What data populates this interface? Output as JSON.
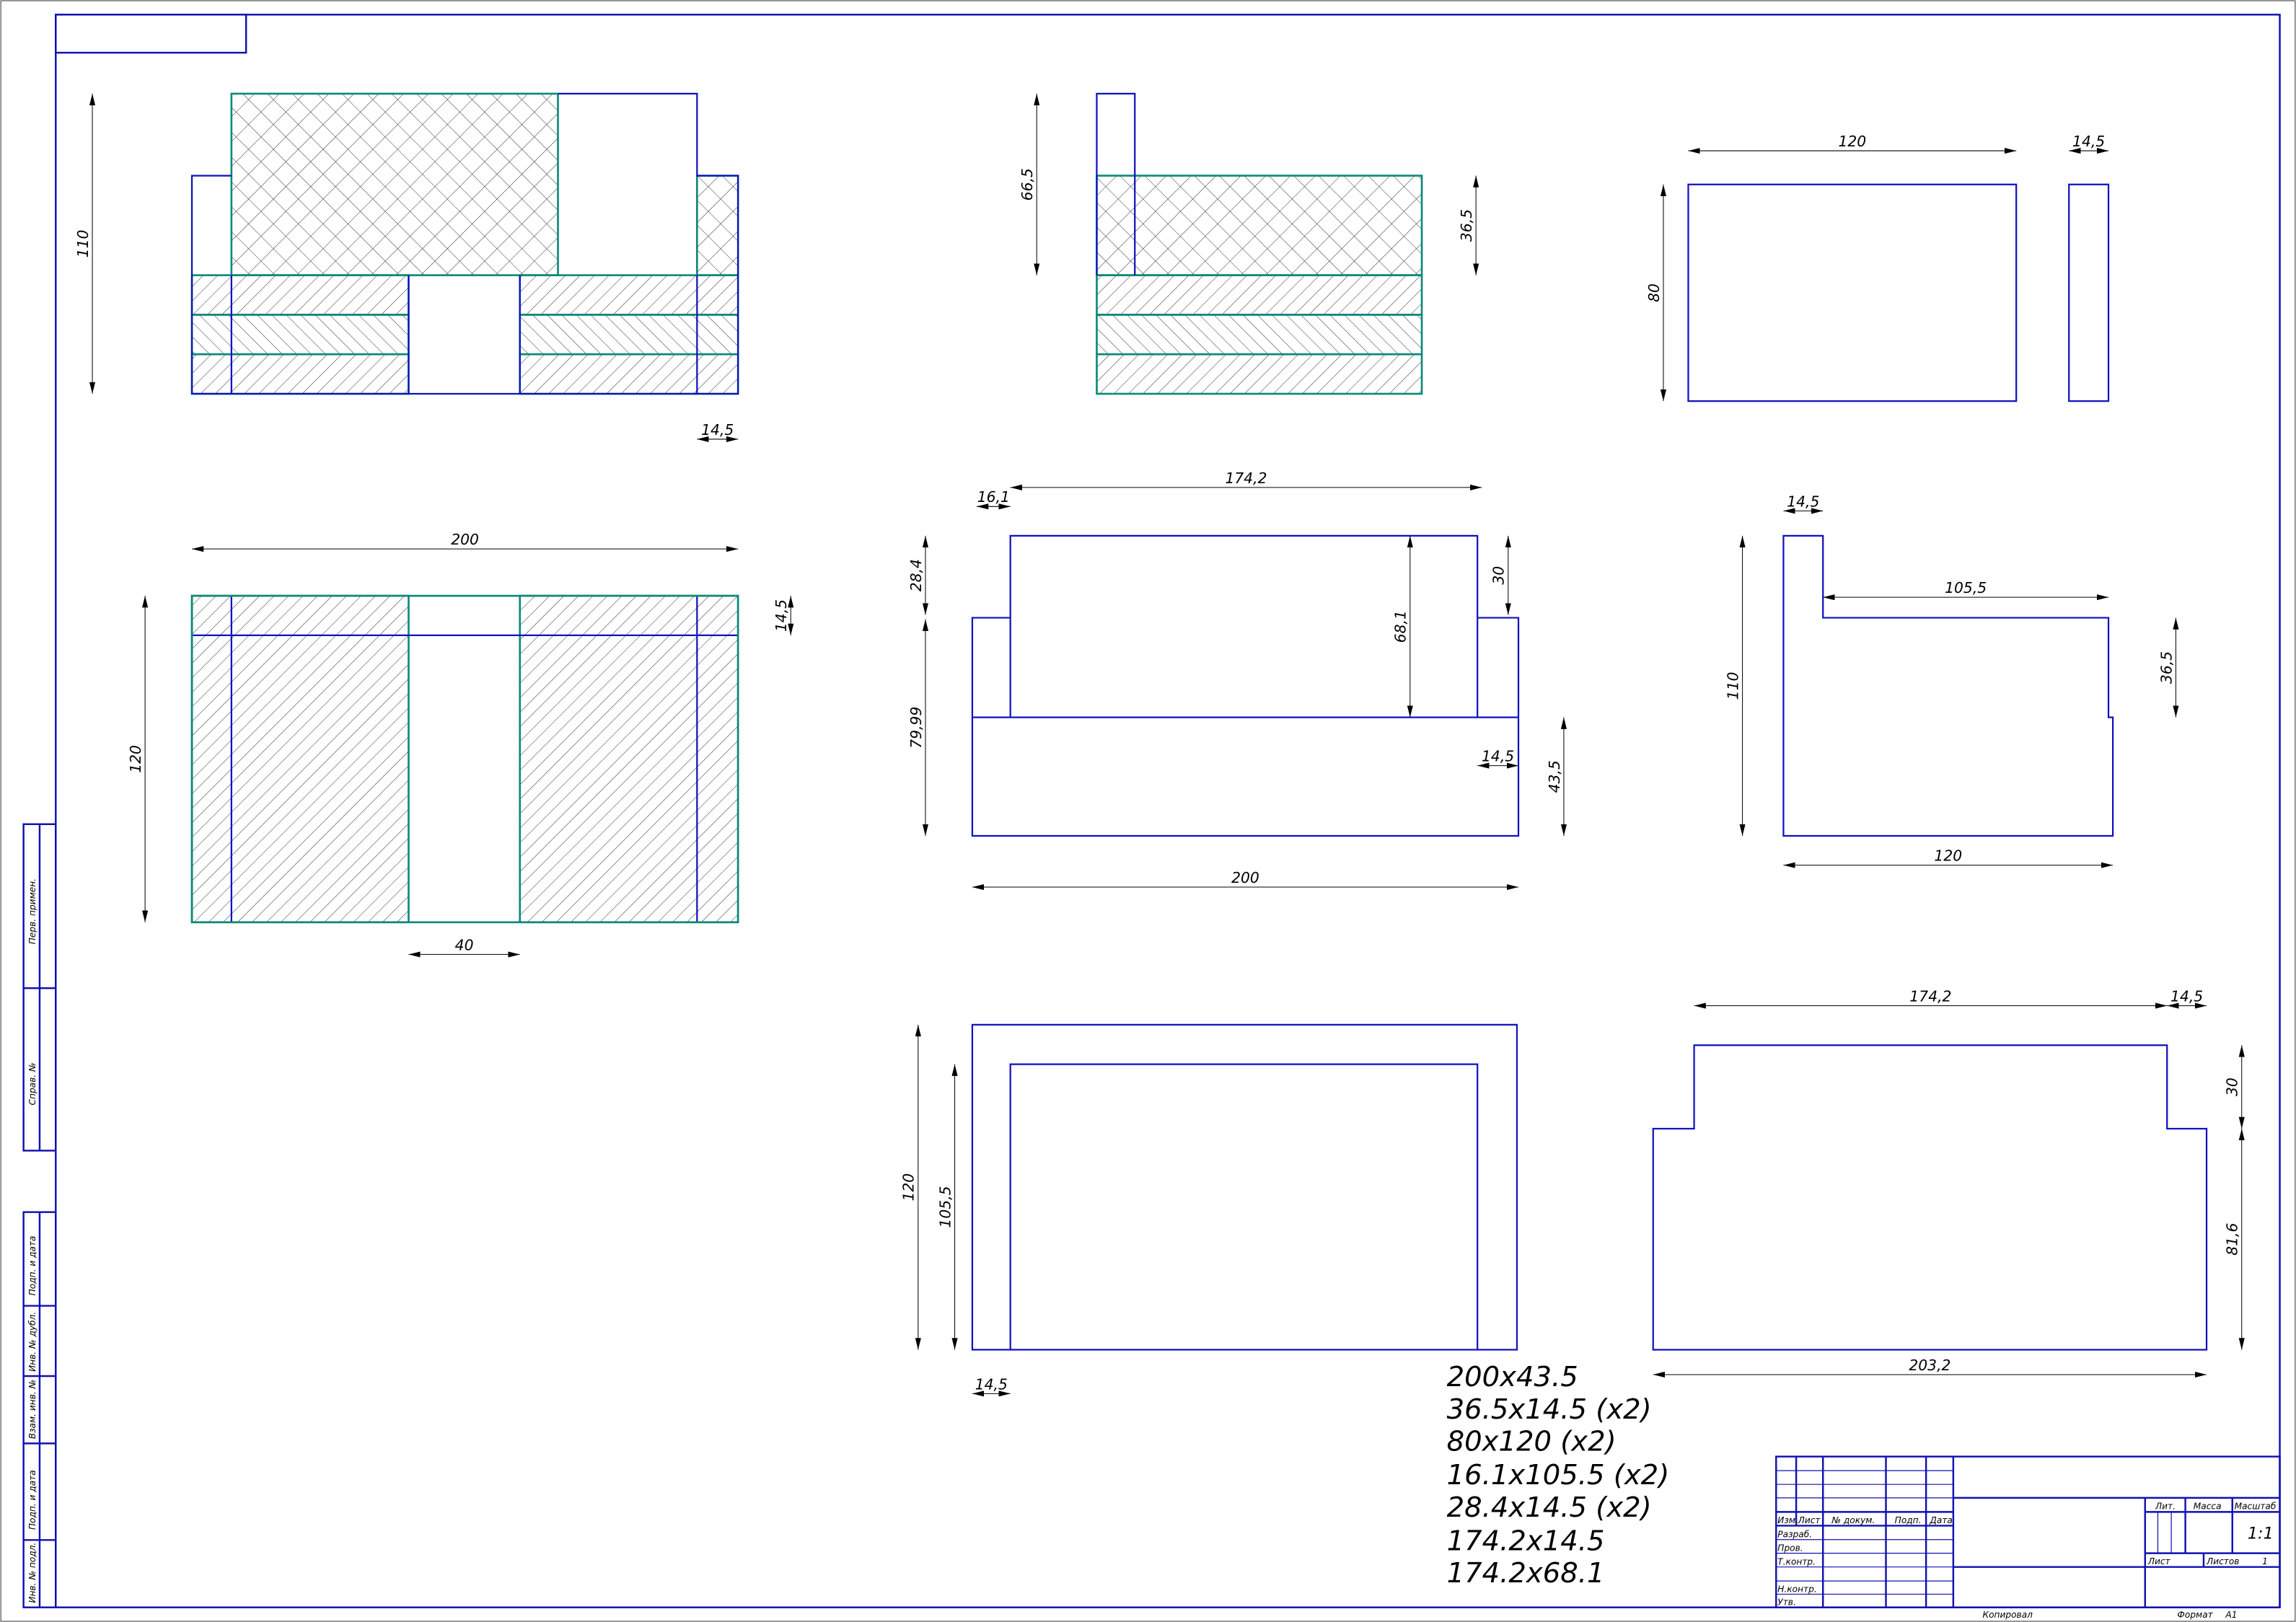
{
  "views": {
    "top_left": {
      "height": "110",
      "width_small": "14,5"
    },
    "top_middle": {
      "height_total": "66,5",
      "height_hatch": "36,5"
    },
    "top_right": {
      "width": "120",
      "height": "80",
      "thickness": "14,5"
    },
    "middle_left": {
      "width": "200",
      "height": "120",
      "strip": "14,5",
      "gap": "40"
    },
    "middle_center": {
      "top_width": "174,2",
      "step": "16,1",
      "upper_left": "28,4",
      "lower_left": "79,99",
      "inner_height": "68,1",
      "upper_right": "30",
      "side": "14,5",
      "base_height": "43,5",
      "base_width": "200"
    },
    "middle_right": {
      "height": "110",
      "tab": "14,5",
      "top_width": "105,5",
      "notch": "36,5",
      "width": "120"
    },
    "bottom_middle": {
      "height": "120",
      "inner_height": "105,5",
      "side": "14,5"
    },
    "bottom_right": {
      "top_width": "174,2",
      "step": "14,5",
      "upper": "30",
      "lower": "81,6",
      "width": "203,2"
    }
  },
  "parts_list": [
    "200x43.5",
    "36.5x14.5 (x2)",
    "80x120 (x2)",
    "16.1x105.5 (x2)",
    "28.4x14.5 (x2)",
    "174.2x14.5",
    "174.2x68.1"
  ],
  "title_block": {
    "izm": "Изм.",
    "list": "Лист",
    "doc_no": "№ докум.",
    "sign": "Подп.",
    "date": "Дата",
    "developed": "Разраб.",
    "checked": "Пров.",
    "tech_control": "Т.контр.",
    "norm_control": "Н.контр.",
    "approved": "Утв.",
    "lit": "Лит.",
    "mass": "Масса",
    "scale_label": "Масштаб",
    "scale": "1:1",
    "sheet": "Лист",
    "sheets": "Листов",
    "sheets_count": "1",
    "copied": "Копировал",
    "format_label": "Формат",
    "format": "A1"
  },
  "side_stamps": [
    "Перв. примен.",
    "Справ. №",
    "Подп. и дата",
    "Инв. № дубл.",
    "Взам. инв. №",
    "Подп. и дата",
    "Инв. № подл."
  ],
  "colors": {
    "outline": "#1010c0",
    "section": "#0b8a78",
    "dimension": "#000000"
  }
}
